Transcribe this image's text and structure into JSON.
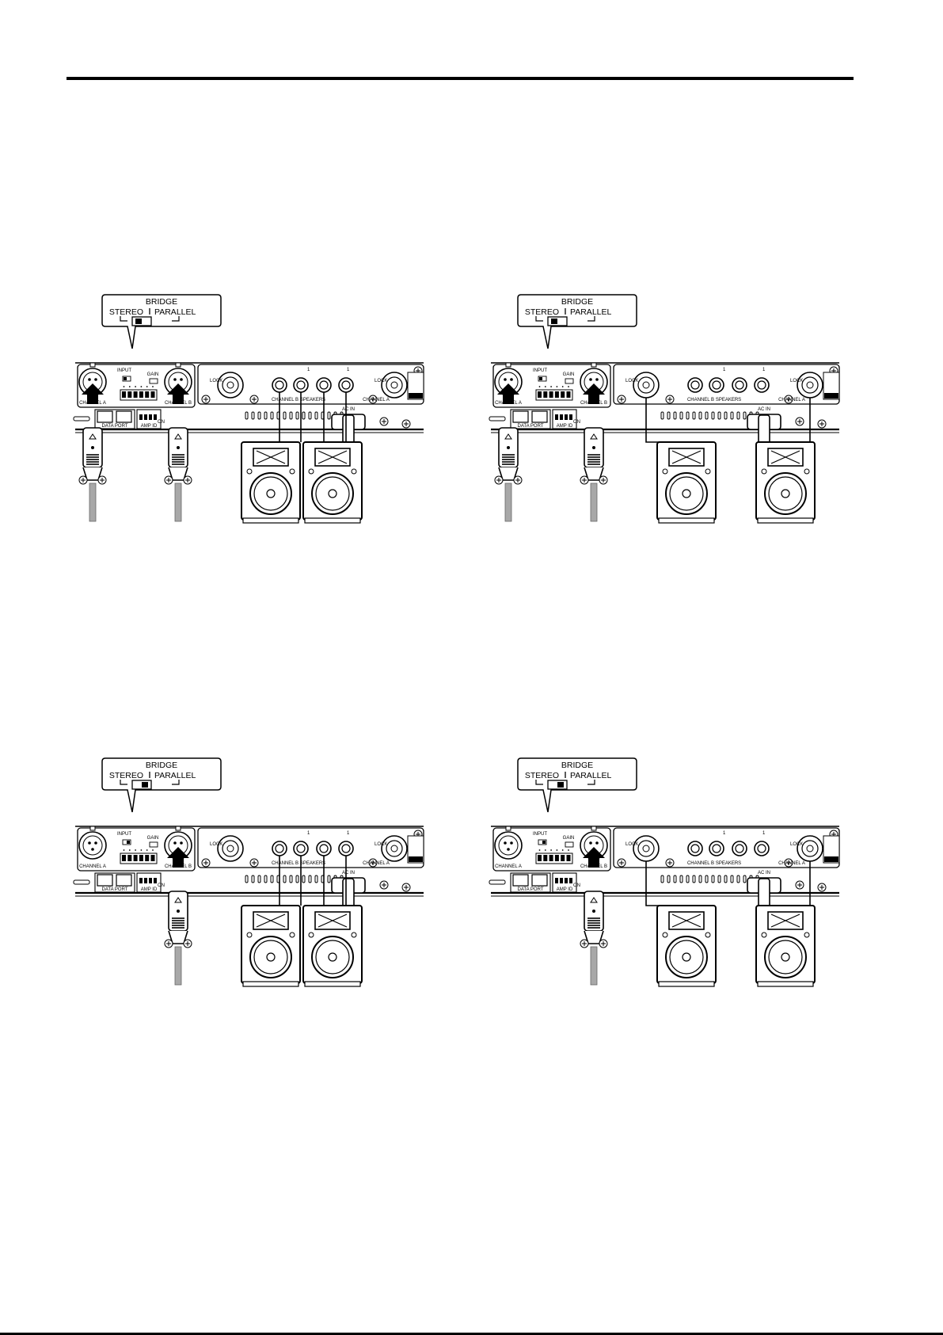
{
  "figures": [
    {
      "id": "fig-stereo-2ch",
      "switch": "stereo",
      "inputs": [
        "ch-a",
        "ch-b"
      ],
      "outputs": "four-jacks",
      "callout": {
        "title": "BRIDGE",
        "left": "STEREO",
        "right": "PARALLEL"
      }
    },
    {
      "id": "fig-stereo-bridge",
      "switch": "stereo",
      "inputs": [
        "ch-a",
        "ch-b"
      ],
      "outputs": "bridge-speakon",
      "callout": {
        "title": "BRIDGE",
        "left": "STEREO",
        "right": "PARALLEL"
      }
    },
    {
      "id": "fig-parallel-2ch",
      "switch": "parallel",
      "inputs": [
        "ch-b"
      ],
      "outputs": "four-jacks",
      "callout": {
        "title": "BRIDGE",
        "left": "STEREO",
        "right": "PARALLEL"
      }
    },
    {
      "id": "fig-parallel-bridge",
      "switch": "parallel",
      "inputs": [
        "ch-b"
      ],
      "outputs": "bridge-speakon",
      "callout": {
        "title": "BRIDGE",
        "left": "STEREO",
        "right": "PARALLEL"
      }
    }
  ],
  "panel_labels": {
    "input": "INPUT",
    "gain": "GAIN",
    "channel_a": "CHANNEL A",
    "channel_b": "CHANNEL B",
    "data_port": "DATA  PORT",
    "amp_id": "AMP ID",
    "on": "ON",
    "speakers": "SPEAKERS",
    "ac_in": "AC  IN",
    "lock": "LOCK",
    "bridge": "BRIDGE",
    "stereo": "STEREO",
    "parallel": "PARALLEL"
  }
}
